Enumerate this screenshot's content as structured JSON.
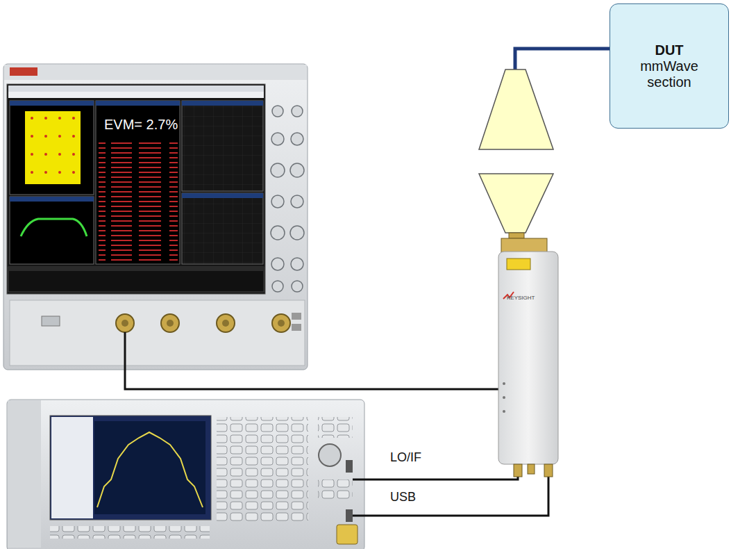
{
  "diagram": {
    "nodes": [
      {
        "text": [
          "DUT",
          "mmWave section"
        ]
      }
    ],
    "labels": [
      "EVM= 2.7%",
      "LO/IF",
      "USB",
      "KEYSIGHT"
    ]
  }
}
